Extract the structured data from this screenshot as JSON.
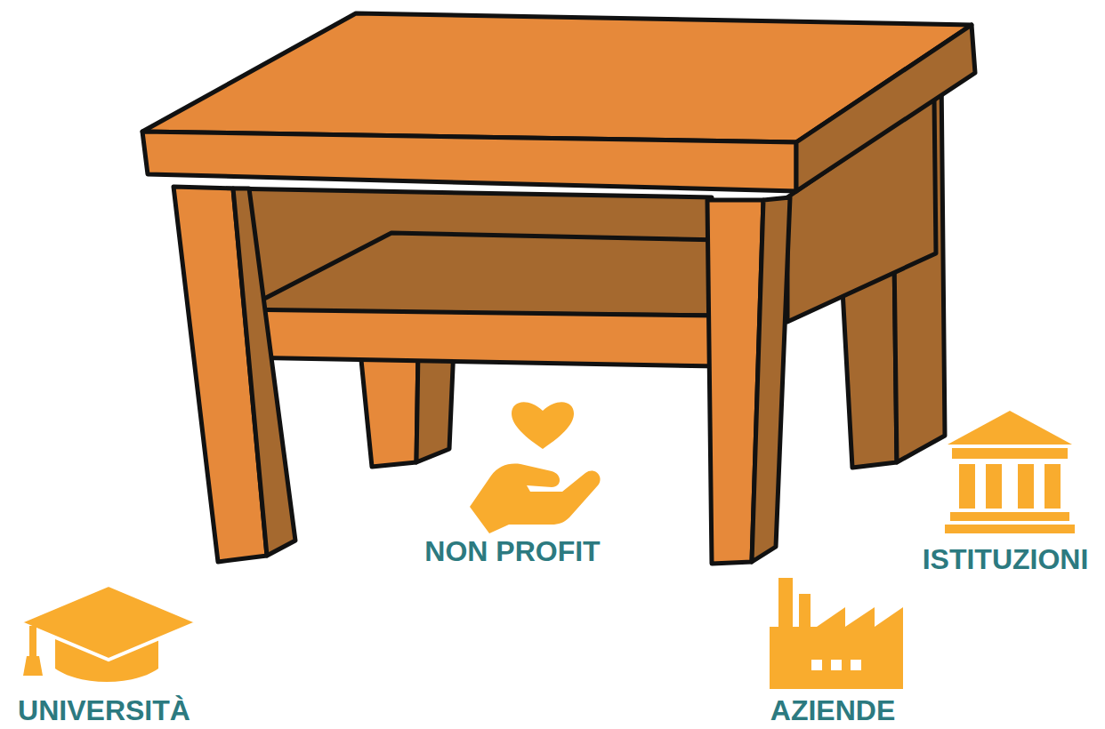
{
  "diagram": {
    "labels": [
      "NON PROFIT",
      "ISTITUZIONI",
      "UNIVERSITÀ",
      "AZIENDE"
    ]
  }
}
